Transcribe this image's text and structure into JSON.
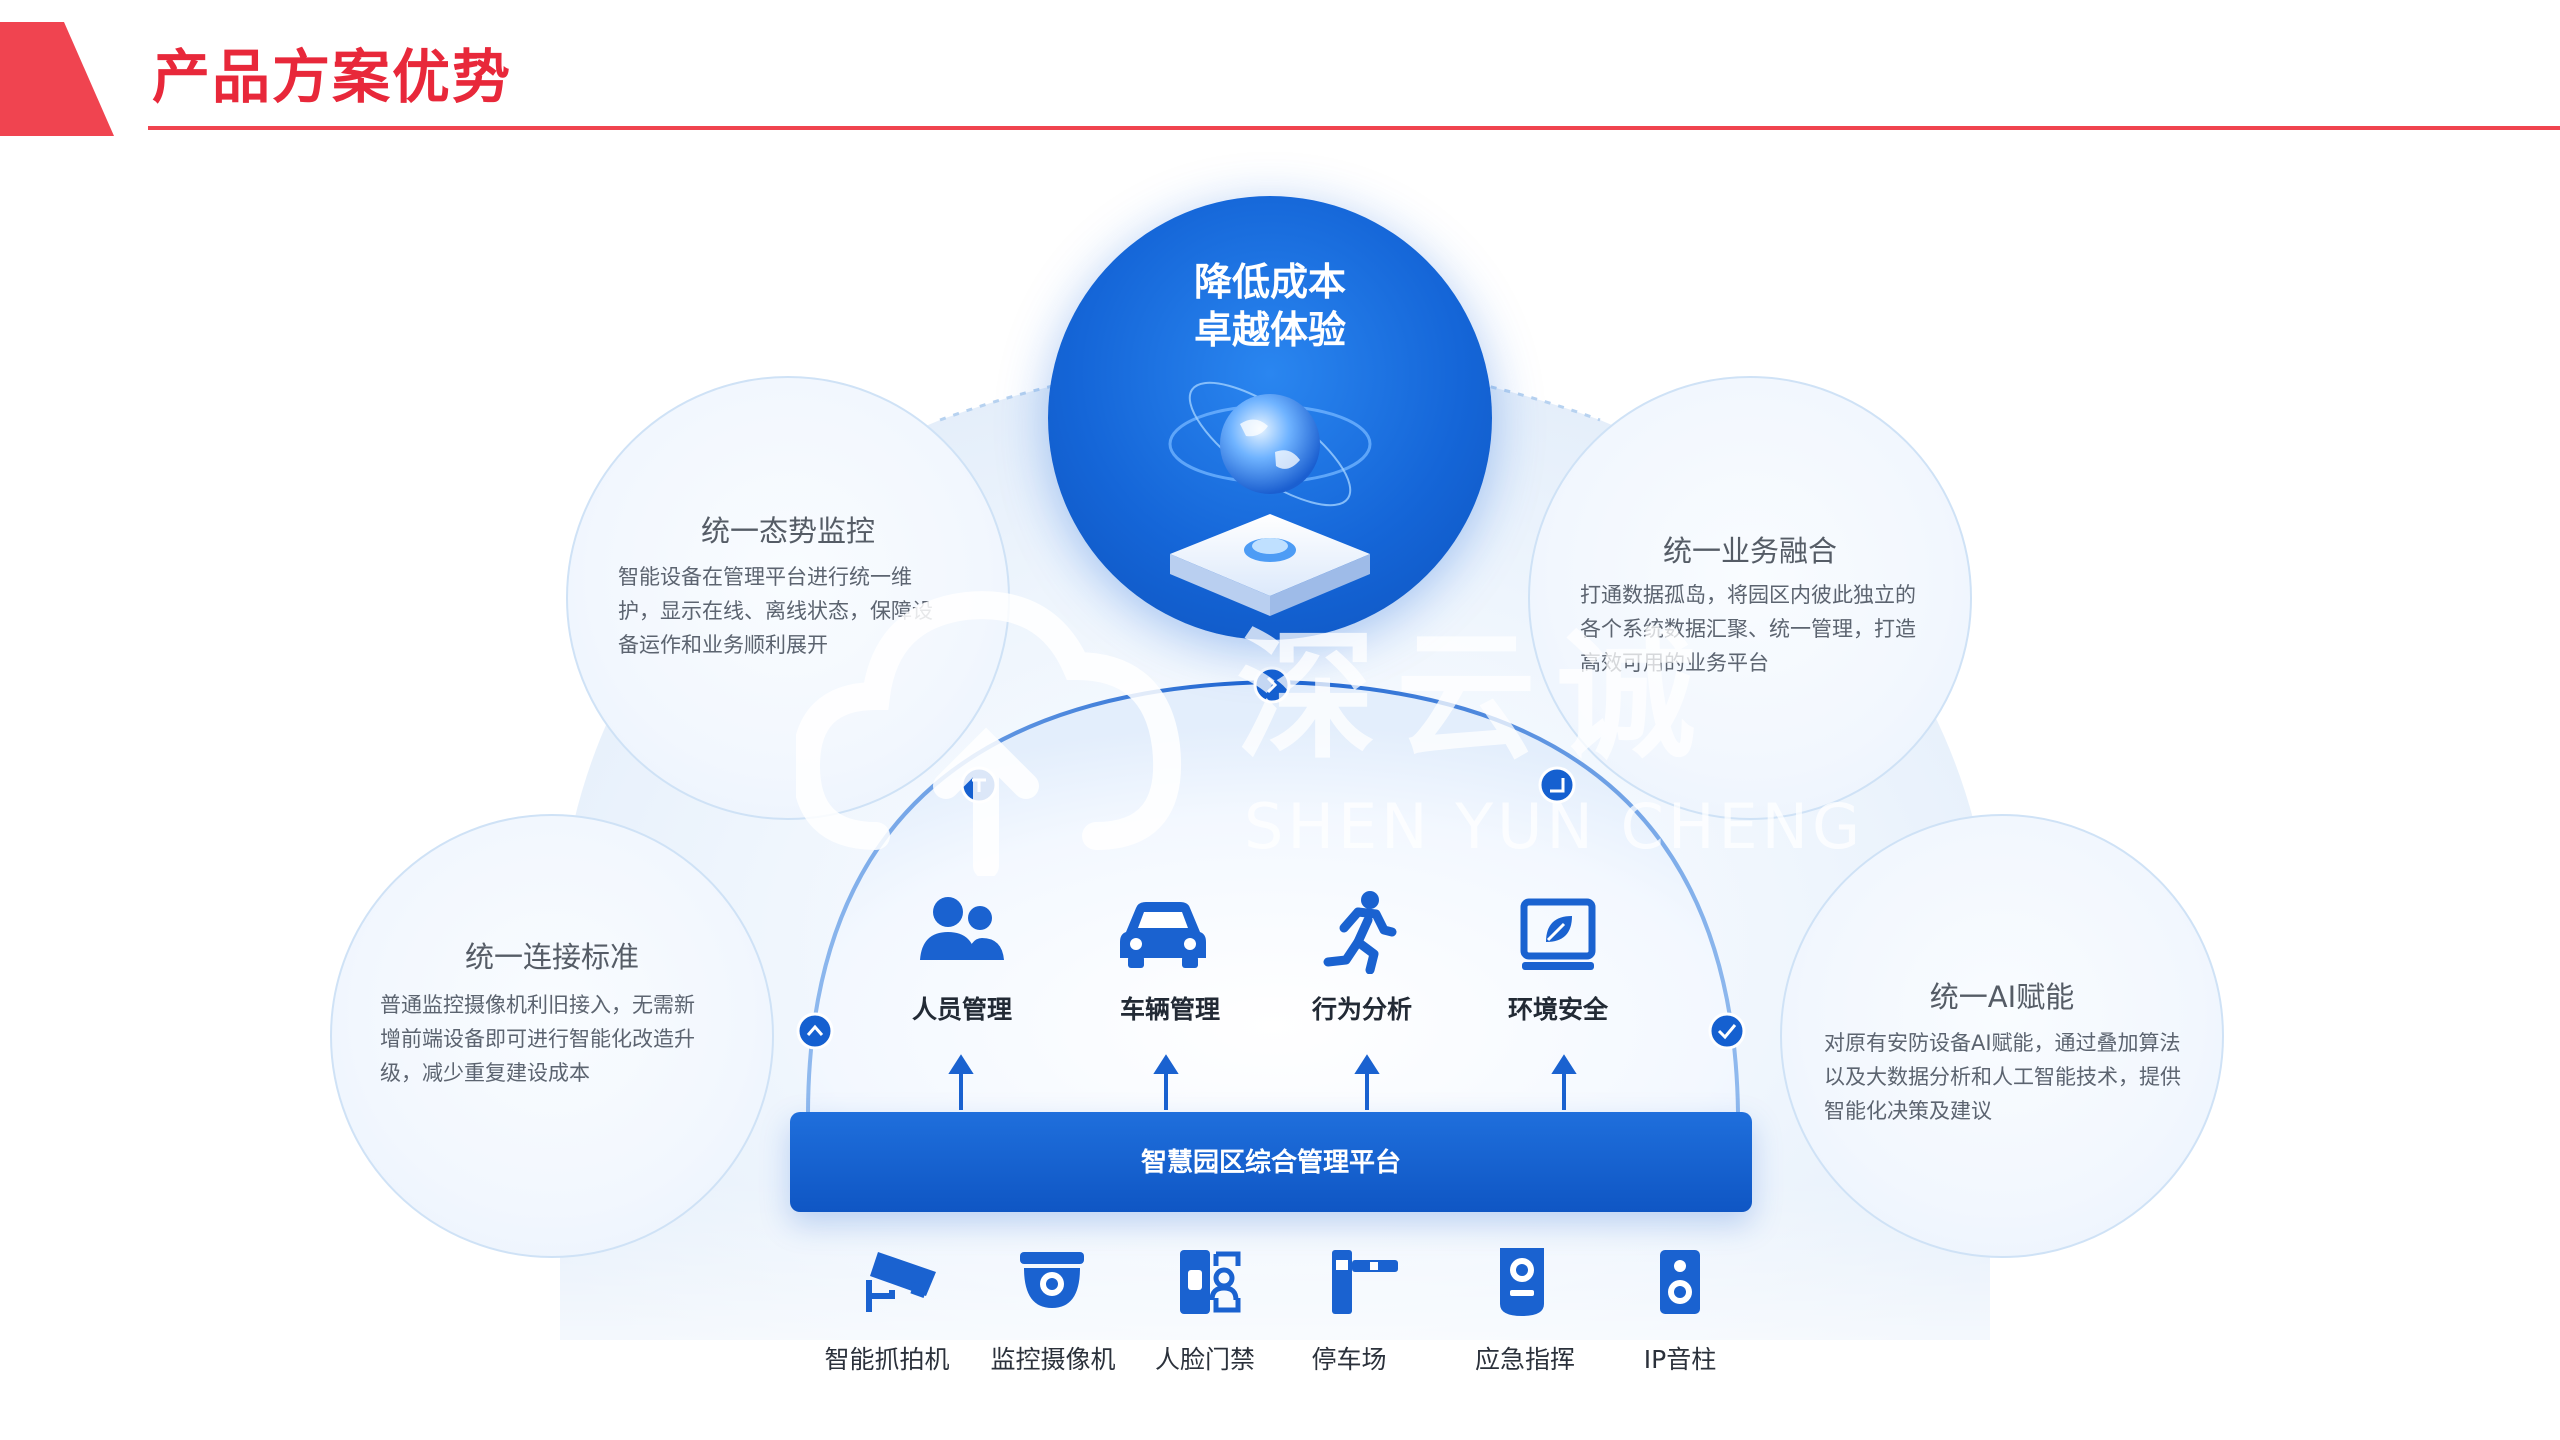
{
  "header": {
    "title": "产品方案优势"
  },
  "core": {
    "line1": "降低成本",
    "line2": "卓越体验"
  },
  "advantages": [
    {
      "title": "统一态势监控",
      "lines": [
        "智能设备在管理平台进行统一维",
        "护，显示在线、离线状态，保障设",
        "备运作和业务顺利展开"
      ]
    },
    {
      "title": "统一业务融合",
      "lines": [
        "打通数据孤岛，将园区内彼此独立的",
        "各个系统数据汇聚、统一管理，打造",
        "高效可用的业务平台"
      ]
    },
    {
      "title": "统一连接标准",
      "lines": [
        "普通监控摄像机利旧接入，无需新",
        "增前端设备即可进行智能化改造升",
        "级，减少重复建设成本"
      ]
    },
    {
      "title": "统一AI赋能",
      "lines": [
        "对原有安防设备AI赋能，通过叠加算法",
        "以及大数据分析和人工智能技术，提供",
        "智能化决策及建议"
      ]
    }
  ],
  "functions": [
    {
      "label": "人员管理",
      "icon": "people-icon"
    },
    {
      "label": "车辆管理",
      "icon": "car-icon"
    },
    {
      "label": "行为分析",
      "icon": "running-person-icon"
    },
    {
      "label": "环境安全",
      "icon": "leaf-monitor-icon"
    }
  ],
  "platform": {
    "label": "智慧园区综合管理平台"
  },
  "devices": [
    {
      "label": "智能抓拍机",
      "icon": "cctv-camera-icon"
    },
    {
      "label": "监控摄像机",
      "icon": "dome-camera-icon"
    },
    {
      "label": "人脸门禁",
      "icon": "face-access-icon"
    },
    {
      "label": "停车场",
      "icon": "barrier-gate-icon"
    },
    {
      "label": "应急指挥",
      "icon": "emergency-intercom-icon"
    },
    {
      "label": "IP音柱",
      "icon": "speaker-icon"
    }
  ],
  "watermark": {
    "cn": "深云诚",
    "en": "SHEN YUN CHENG"
  },
  "colors": {
    "brand_red": "#e8283a",
    "primary_blue": "#1566d8",
    "bubble_border": "#cfe2f6"
  }
}
